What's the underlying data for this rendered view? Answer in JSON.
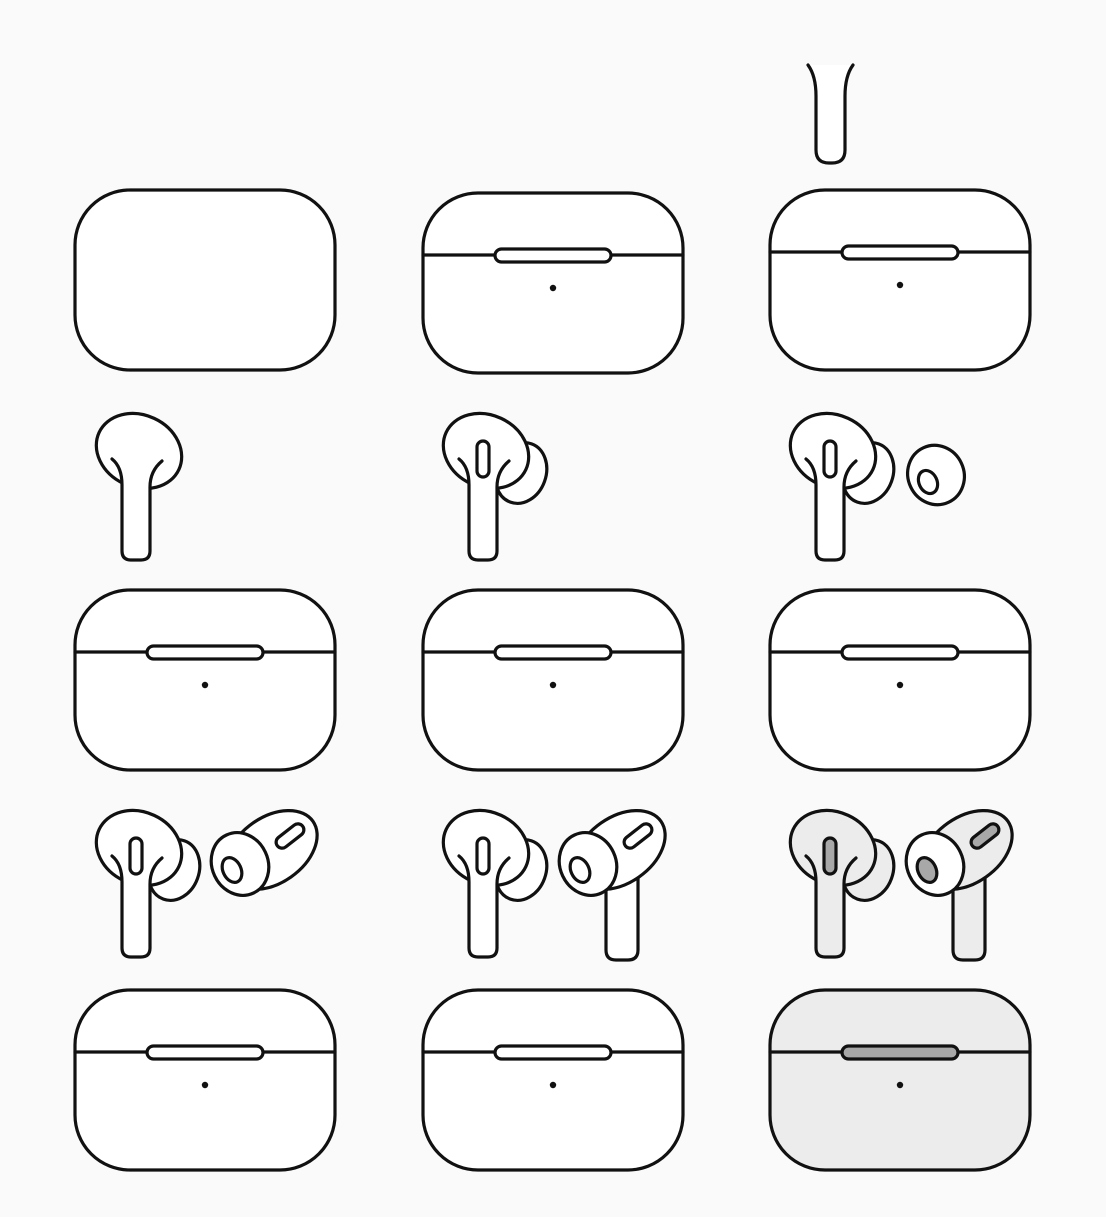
{
  "colors": {
    "background": "#fafafa",
    "outline": "#111111",
    "fill_plain": "#ffffff",
    "fill_final": "#ececec",
    "accent_final": "#a8a8a8"
  },
  "steps": [
    {
      "step": 1,
      "case_lid": false,
      "earbuds": "none"
    },
    {
      "step": 2,
      "case_lid": true,
      "earbuds": "none"
    },
    {
      "step": 3,
      "case_lid": true,
      "earbuds": "ear-tip"
    },
    {
      "step": 4,
      "case_lid": true,
      "earbuds": "left-bud-outline"
    },
    {
      "step": 5,
      "case_lid": true,
      "earbuds": "left-bud-with-tip"
    },
    {
      "step": 6,
      "case_lid": true,
      "earbuds": "left-bud-with-loose-tip"
    },
    {
      "step": 7,
      "case_lid": true,
      "earbuds": "left-and-right-head"
    },
    {
      "step": 8,
      "case_lid": true,
      "earbuds": "left-and-right-full"
    },
    {
      "step": 9,
      "case_lid": true,
      "earbuds": "colored"
    }
  ]
}
